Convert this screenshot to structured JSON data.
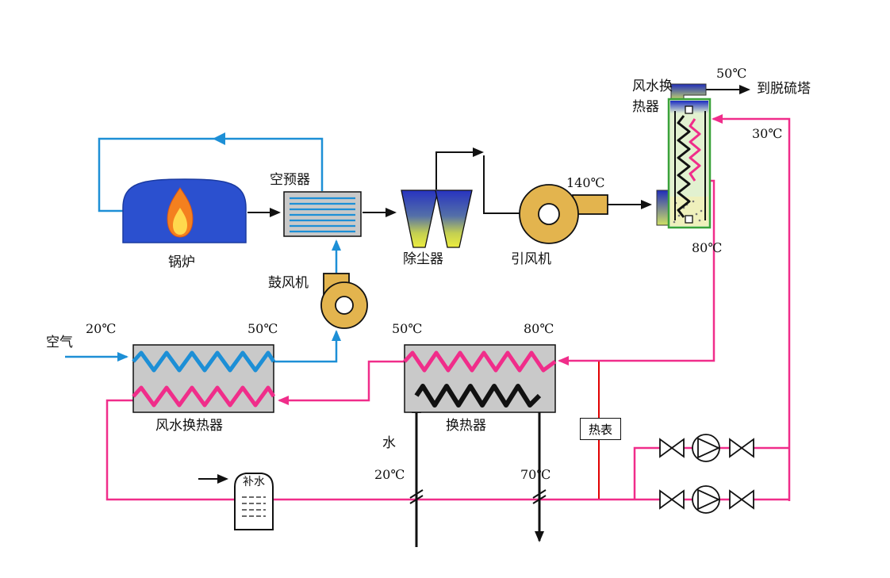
{
  "components": {
    "boiler": "锅炉",
    "air_preheater": "空预器",
    "blower": "鼓风机",
    "dust_collector": "除尘器",
    "induced_draft_fan": "引风机",
    "air_water_hx_main": "风水换热器",
    "heat_exchanger": "换热器",
    "heat_meter": "热表",
    "makeup_water_tank": "补水",
    "flue_hx_line1": "风水换",
    "flue_hx_line2": "热器"
  },
  "streams": {
    "air_in": "空气",
    "water": "水",
    "to_desulfurization_tower": "到脱硫塔"
  },
  "temperatures": {
    "air_cold": "20℃",
    "air_heated": "50℃",
    "flue_after_fan": "140℃",
    "flue_stack_out": "50℃",
    "hw_return": "30℃",
    "hw_supply": "80℃",
    "hx_water_in": "50℃",
    "hx_water_hot": "80℃",
    "cold_water_in": "20℃",
    "warm_water_out": "70℃"
  },
  "colors": {
    "air_line": "#1d8fd6",
    "hot_water_line": "#f02d8a",
    "meter_line": "#e10000",
    "flue_line": "#111111",
    "fan_fill": "#e3b44e",
    "exchanger_fill": "#c9c9c9",
    "unit_green": "#3aa23a",
    "boiler_blue": "#2b50cf",
    "flame_orange": "#f4801f"
  }
}
